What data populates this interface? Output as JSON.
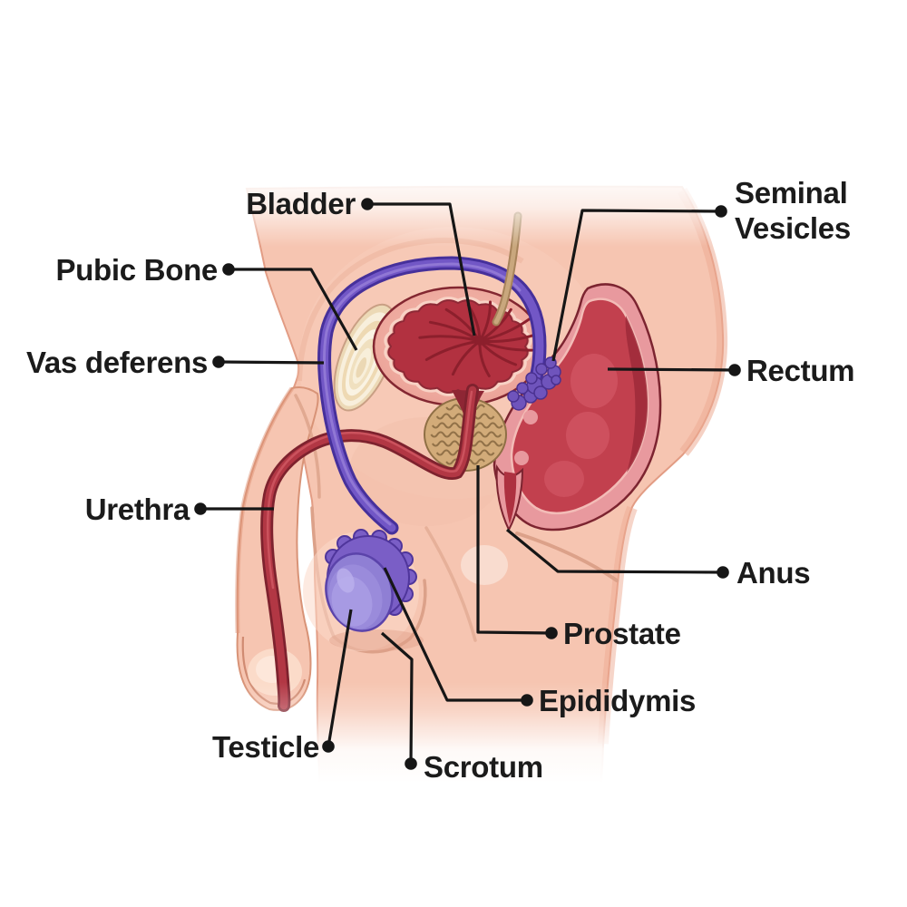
{
  "diagram": {
    "labels": {
      "bladder": {
        "text": "Bladder"
      },
      "pubic_bone": {
        "text": "Pubic Bone"
      },
      "vas_deferens": {
        "text": "Vas deferens"
      },
      "urethra": {
        "text": "Urethra"
      },
      "testicle": {
        "text": "Testicle"
      },
      "seminal_vesicles": {
        "line1": "Seminal",
        "line2": "Vesicles"
      },
      "rectum": {
        "text": "Rectum"
      },
      "anus": {
        "text": "Anus"
      },
      "prostate": {
        "text": "Prostate"
      },
      "epididymis": {
        "text": "Epididymis"
      },
      "scrotum": {
        "text": "Scrotum"
      }
    },
    "colors": {
      "background": "#ffffff",
      "skin": "#f6c5b1",
      "skin_shadow": "#e9a28b",
      "rim_pink": "#eda79c",
      "organ_red": "#b23140",
      "rectum_red": "#c2404e",
      "urethra_red": "#b23744",
      "purple": "#7257c6",
      "purple_dark": "#46309b",
      "testicle_purple": "#8f7fd4",
      "bone_cream": "#f3e6c9",
      "prostate_tan": "#d2ab79",
      "ureter_tan": "#c9a77d",
      "leader_line": "#161616",
      "label_text": "#1b1b1b"
    }
  }
}
